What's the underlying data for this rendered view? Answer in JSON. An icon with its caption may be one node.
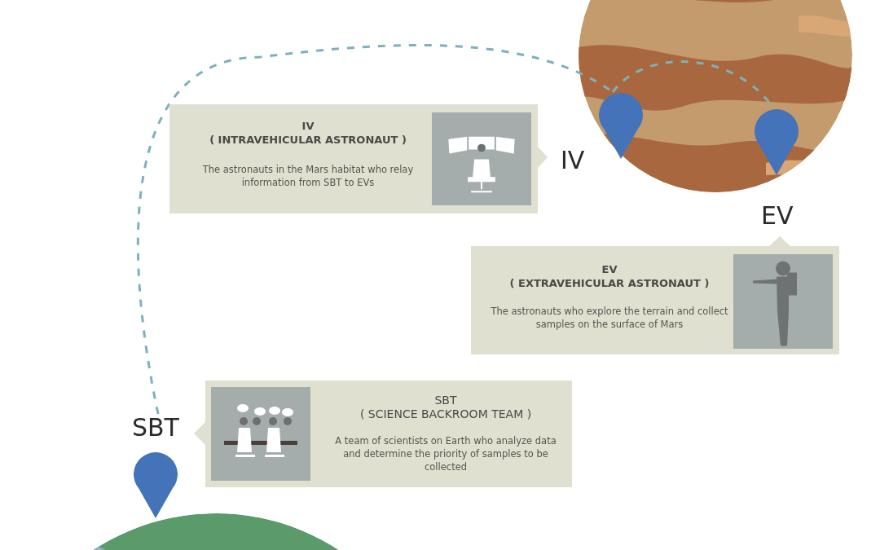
{
  "diagram": {
    "nodes": [
      {
        "text": [],
        "shape": "pin",
        "beside": [
          "IV"
        ]
      },
      {
        "text": [],
        "shape": "pin",
        "beside": [
          "EV"
        ]
      },
      {
        "text": [
          "IV ( INTRAVEHICULAR ASTRONAUT )",
          "The astronauts in the Mars habitat who relay information from SBT to EVs"
        ]
      },
      {
        "text": [
          "EV ( EXTRAVEHICULAR ASTRONAUT )",
          "The astronauts who explore the terrain and collect samples on the surface of Mars"
        ]
      },
      {
        "text": [
          "SBT ( SCIENCE BACKROOM TEAM )",
          "A team of scientists on Earth who analyze data and determine the priority of samples to be collected"
        ]
      },
      {
        "text": [],
        "shape": "pin",
        "beside": [
          "SBT"
        ]
      }
    ],
    "edges": [
      {
        "from": 5,
        "to": 0,
        "arrow": "none",
        "style": "dashed"
      },
      {
        "from": 0,
        "to": 1,
        "arrow": "none",
        "style": "dashed"
      }
    ]
  }
}
